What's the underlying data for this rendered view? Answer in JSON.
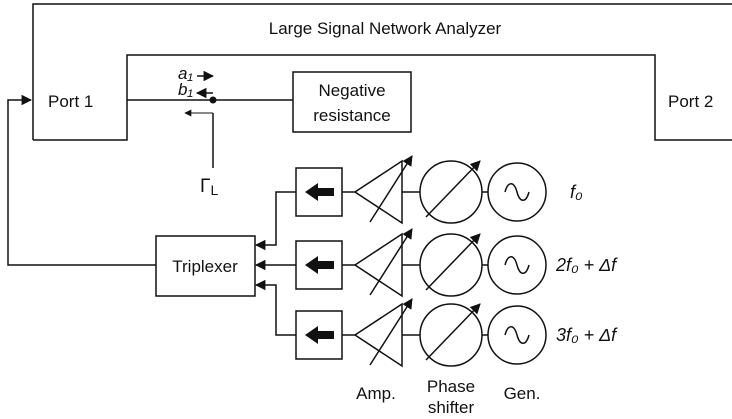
{
  "analyzer": {
    "title": "Large Signal Network Analyzer",
    "port1": "Port 1",
    "port2": "Port 2"
  },
  "waves": {
    "a1": "a₁",
    "b1": "b₁"
  },
  "dut": {
    "line1": "Negative",
    "line2": "resistance"
  },
  "reflection": {
    "label": "Γ",
    "sub": "L"
  },
  "triplexer": {
    "label": "Triplexer"
  },
  "channels": [
    {
      "freq": "f₀"
    },
    {
      "freq": "2f₀ + Δf"
    },
    {
      "freq": "3f₀ + Δf"
    }
  ],
  "bottom_labels": {
    "amp": "Amp.",
    "phase1": "Phase",
    "phase2": "shifter",
    "gen": "Gen."
  }
}
